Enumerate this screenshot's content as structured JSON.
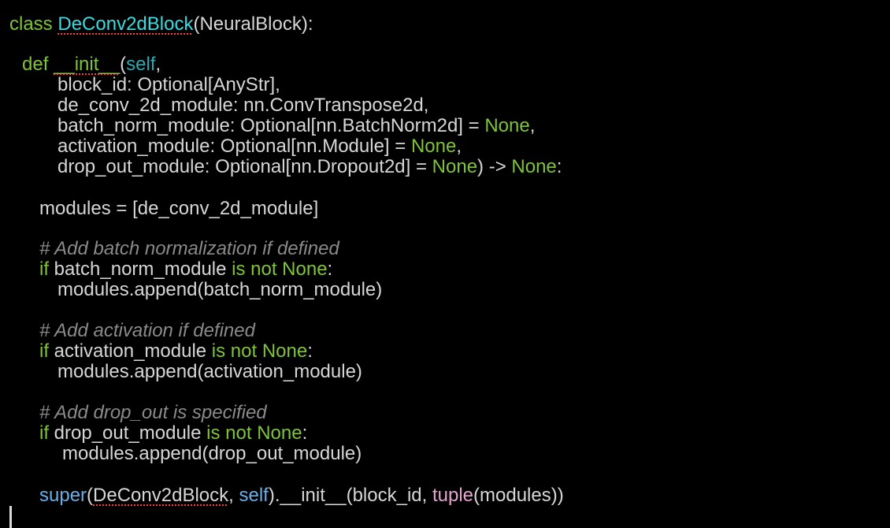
{
  "editor": {
    "lines": [
      {
        "tokens": [
          {
            "text": "class ",
            "kind": "keyword"
          },
          {
            "text": "DeConv2dBlock",
            "kind": "classname",
            "squiggle": true
          },
          {
            "text": "(NeuralBlock):",
            "kind": "default"
          }
        ]
      },
      {
        "tokens": [
          {
            "text": "def ",
            "kind": "keyword"
          },
          {
            "text": "__init__",
            "kind": "keyword",
            "squiggle": true
          },
          {
            "text": "(",
            "kind": "default"
          },
          {
            "text": "self",
            "kind": "selfparam"
          },
          {
            "text": ",",
            "kind": "default"
          }
        ]
      },
      {
        "tokens": [
          {
            "text": "block_id: Optional[AnyStr],",
            "kind": "default"
          }
        ]
      },
      {
        "tokens": [
          {
            "text": "de_conv_2d_module: nn.ConvTranspose2d,",
            "kind": "default"
          }
        ]
      },
      {
        "tokens": [
          {
            "text": "batch_norm_module: Optional[nn.BatchNorm2d] = ",
            "kind": "default"
          },
          {
            "text": "None",
            "kind": "keyword"
          },
          {
            "text": ",",
            "kind": "default"
          }
        ]
      },
      {
        "tokens": [
          {
            "text": "activation_module: Optional[nn.Module] = ",
            "kind": "default"
          },
          {
            "text": "None",
            "kind": "keyword"
          },
          {
            "text": ",",
            "kind": "default"
          }
        ]
      },
      {
        "tokens": [
          {
            "text": "drop_out_module: Optional[nn.Dropout2d] = ",
            "kind": "default"
          },
          {
            "text": "None",
            "kind": "keyword"
          },
          {
            "text": ") -> ",
            "kind": "default"
          },
          {
            "text": "None",
            "kind": "keyword"
          },
          {
            "text": ":",
            "kind": "default"
          }
        ]
      },
      {
        "tokens": [
          {
            "text": "modules = [de_conv_2d_module]",
            "kind": "default"
          }
        ]
      },
      {
        "tokens": [
          {
            "text": "# Add batch normalization if defined",
            "kind": "comment"
          }
        ]
      },
      {
        "tokens": [
          {
            "text": "if ",
            "kind": "keyword"
          },
          {
            "text": "batch_norm_module ",
            "kind": "default"
          },
          {
            "text": "is not None",
            "kind": "keyword"
          },
          {
            "text": ":",
            "kind": "default"
          }
        ]
      },
      {
        "tokens": [
          {
            "text": "modules.append(batch_norm_module)",
            "kind": "default"
          }
        ]
      },
      {
        "tokens": [
          {
            "text": "# Add activation if defined",
            "kind": "comment"
          }
        ]
      },
      {
        "tokens": [
          {
            "text": "if ",
            "kind": "keyword"
          },
          {
            "text": "activation_module ",
            "kind": "default"
          },
          {
            "text": "is not None",
            "kind": "keyword"
          },
          {
            "text": ":",
            "kind": "default"
          }
        ]
      },
      {
        "tokens": [
          {
            "text": "modules.append(activation_module)",
            "kind": "default"
          }
        ]
      },
      {
        "tokens": [
          {
            "text": "# Add drop_out is specified",
            "kind": "comment"
          }
        ]
      },
      {
        "tokens": [
          {
            "text": "if ",
            "kind": "keyword"
          },
          {
            "text": "drop_out_module ",
            "kind": "default"
          },
          {
            "text": "is not None",
            "kind": "keyword"
          },
          {
            "text": ":",
            "kind": "default"
          }
        ]
      },
      {
        "tokens": [
          {
            "text": "modules.append(drop_out_module)",
            "kind": "default"
          }
        ]
      },
      {
        "tokens": [
          {
            "text": "super",
            "kind": "builtin"
          },
          {
            "text": "(",
            "kind": "default"
          },
          {
            "text": "DeConv2dBlock",
            "kind": "default",
            "squiggle": true
          },
          {
            "text": ", ",
            "kind": "default"
          },
          {
            "text": "self",
            "kind": "builtin"
          },
          {
            "text": ").__init__(block_id, ",
            "kind": "default"
          },
          {
            "text": "tuple",
            "kind": "tuple"
          },
          {
            "text": "(modules))",
            "kind": "default"
          }
        ]
      }
    ]
  },
  "colors": {
    "background": "#000000",
    "default_text": "#d6d6d6",
    "keyword": "#7ec33a",
    "class_name": "#38dbe0",
    "self_param": "#2ba8b0",
    "comment": "#8a8a8a",
    "builtin": "#6aaee8",
    "tuple_builtin": "#e6a5cf",
    "squiggle_underline": "#ff3b3b",
    "cursor": "#d9d9d9"
  }
}
